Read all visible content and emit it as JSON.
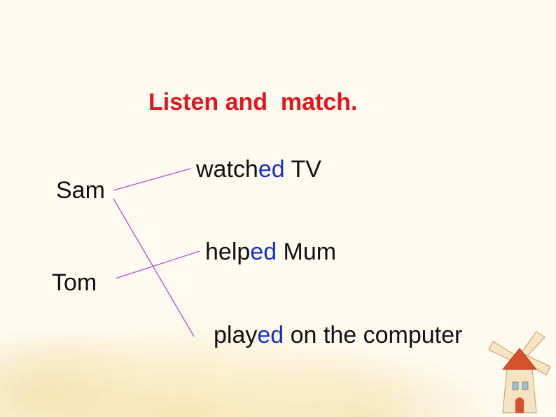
{
  "title": "Listen and  match.",
  "names": {
    "sam": "Sam",
    "tom": "Tom"
  },
  "activities": [
    {
      "stem": "watch",
      "suffix": "ed",
      "rest": " TV"
    },
    {
      "stem": "help",
      "suffix": "ed",
      "rest": " Mum"
    },
    {
      "stem": "play",
      "suffix": "ed",
      "rest": " on the computer"
    }
  ],
  "colors": {
    "title": "#e8141b",
    "suffix": "#1a2fc8",
    "match_line": "#b44fd0"
  },
  "decoration": "windmill-icon"
}
